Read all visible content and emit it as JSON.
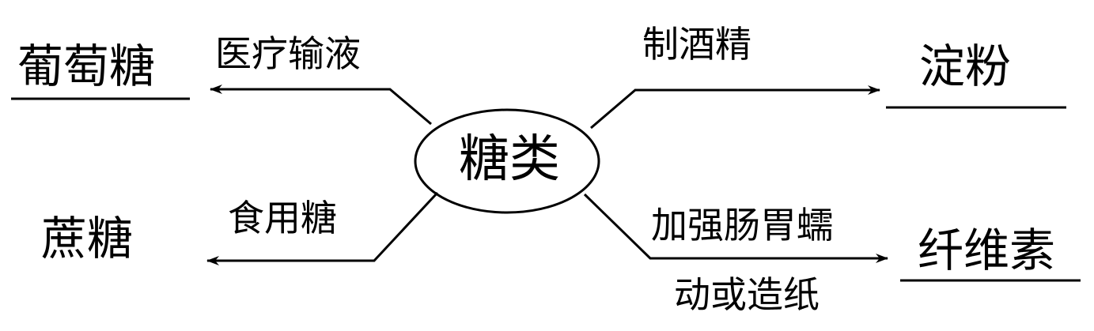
{
  "center": {
    "label": "糖类"
  },
  "nodes": {
    "glucose": {
      "name": "葡萄糖",
      "use": "医疗输液"
    },
    "starch": {
      "name": "淀粉",
      "use": "制酒精"
    },
    "sucrose": {
      "name": "蔗糖",
      "use": "食用糖"
    },
    "cellulose": {
      "name": "纤维素",
      "use_line1": "加强肠胃蠕",
      "use_line2": "动或造纸"
    }
  },
  "colors": {
    "ink": "#000000",
    "background": "#ffffff"
  }
}
